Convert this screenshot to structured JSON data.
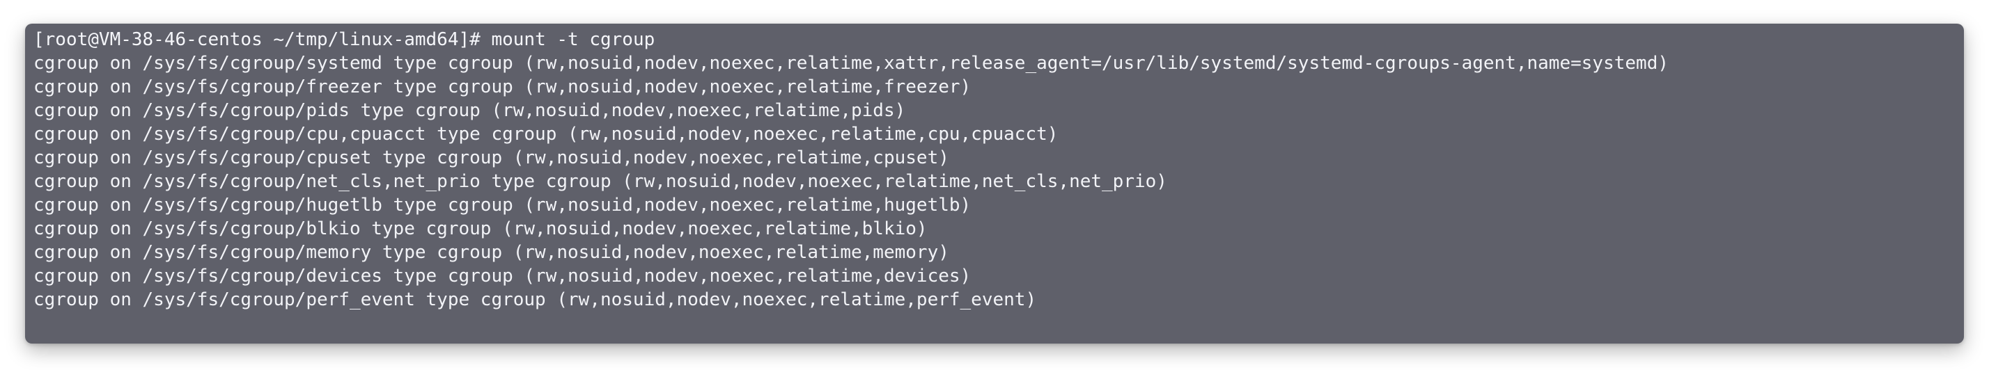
{
  "terminal": {
    "prompt": "[root@VM-38-46-centos ~/tmp/linux-amd64]# ",
    "command": "mount -t cgroup",
    "output": [
      "cgroup on /sys/fs/cgroup/systemd type cgroup (rw,nosuid,nodev,noexec,relatime,xattr,release_agent=/usr/lib/systemd/systemd-cgroups-agent,name=systemd)",
      "cgroup on /sys/fs/cgroup/freezer type cgroup (rw,nosuid,nodev,noexec,relatime,freezer)",
      "cgroup on /sys/fs/cgroup/pids type cgroup (rw,nosuid,nodev,noexec,relatime,pids)",
      "cgroup on /sys/fs/cgroup/cpu,cpuacct type cgroup (rw,nosuid,nodev,noexec,relatime,cpu,cpuacct)",
      "cgroup on /sys/fs/cgroup/cpuset type cgroup (rw,nosuid,nodev,noexec,relatime,cpuset)",
      "cgroup on /sys/fs/cgroup/net_cls,net_prio type cgroup (rw,nosuid,nodev,noexec,relatime,net_cls,net_prio)",
      "cgroup on /sys/fs/cgroup/hugetlb type cgroup (rw,nosuid,nodev,noexec,relatime,hugetlb)",
      "cgroup on /sys/fs/cgroup/blkio type cgroup (rw,nosuid,nodev,noexec,relatime,blkio)",
      "cgroup on /sys/fs/cgroup/memory type cgroup (rw,nosuid,nodev,noexec,relatime,memory)",
      "cgroup on /sys/fs/cgroup/devices type cgroup (rw,nosuid,nodev,noexec,relatime,devices)",
      "cgroup on /sys/fs/cgroup/perf_event type cgroup (rw,nosuid,nodev,noexec,relatime,perf_event)"
    ]
  },
  "colors": {
    "terminal_background": "#5f606a",
    "terminal_text": "#f2f3f7",
    "page_background": "#ffffff"
  }
}
